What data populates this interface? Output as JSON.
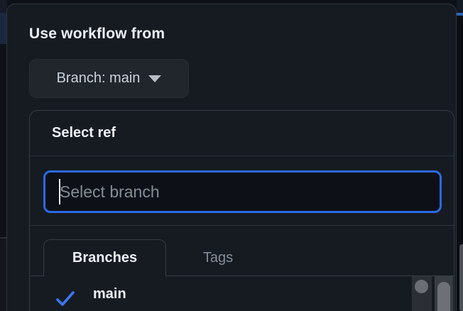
{
  "workflow_dispatch": {
    "heading": "Use workflow from"
  },
  "branch_selector": {
    "label": "Branch: main",
    "icon": "triangle-down-icon"
  },
  "ref_dialog": {
    "title": "Select ref",
    "search": {
      "placeholder": "Select branch",
      "value": ""
    },
    "tabs": [
      {
        "label": "Branches",
        "active": true
      },
      {
        "label": "Tags",
        "active": false
      }
    ],
    "branches": [
      {
        "name": "main",
        "selected": true
      }
    ]
  },
  "colors": {
    "page_bg": "#0d1117",
    "panel_bg": "#161b22",
    "border": "#363c45",
    "focus_blue": "#2e69e5",
    "check_blue": "#3d76f2",
    "text_primary": "#eef2f6",
    "text_secondary": "#c9d1d9",
    "text_muted": "#848d97"
  }
}
